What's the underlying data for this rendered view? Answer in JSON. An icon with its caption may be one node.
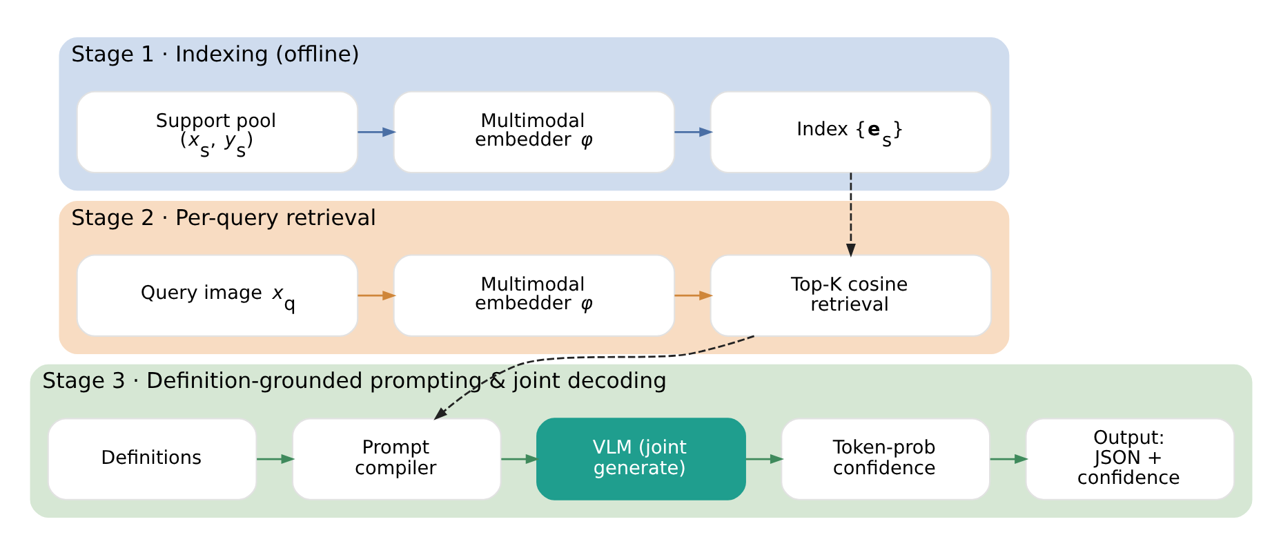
{
  "diagram": {
    "nodes": [
      {
        "text": [
          "Stage 1 · Indexing (offline)"
        ]
      },
      {
        "text": [
          "Support pool (*x*$_{s}$, *y*$_{s}$)"
        ],
        "in": 0
      },
      {
        "text": [
          "Multimodal embedder *φ*"
        ],
        "in": 0
      },
      {
        "text": [
          "Index {**e**$_{s}$}"
        ],
        "in": 0
      },
      {
        "text": [
          "Stage 2 · Per-query retrieval"
        ]
      },
      {
        "text": [
          "Query image *x*$_{q}$"
        ],
        "in": 4
      },
      {
        "text": [
          "Multimodal embedder *φ*"
        ],
        "in": 4
      },
      {
        "text": [
          "Top-K cosine retrieval"
        ],
        "in": 4
      },
      {
        "text": [
          "Stage 3 · Definition-grounded prompting & joint decoding"
        ]
      },
      {
        "text": [
          "Definitions"
        ],
        "in": 8
      },
      {
        "text": [
          "Prompt compiler"
        ],
        "in": 8
      },
      {
        "text": [
          "VLM (joint generate)"
        ],
        "in": 8
      },
      {
        "text": [
          "Token-prob confidence"
        ],
        "in": 8
      },
      {
        "text": [
          "Output: JSON + confidence"
        ],
        "in": 8
      }
    ],
    "edges": [
      {
        "from": 1,
        "to": 2,
        "arrow": "to",
        "color": "#4a6fa5"
      },
      {
        "from": 2,
        "to": 3,
        "arrow": "to",
        "color": "#4a6fa5"
      },
      {
        "from": 3,
        "to": 7,
        "arrow": "to",
        "style": "dashed",
        "color": "#222222"
      },
      {
        "from": 5,
        "to": 6,
        "arrow": "to",
        "color": "#cf863a"
      },
      {
        "from": 6,
        "to": 7,
        "arrow": "to",
        "color": "#cf863a"
      },
      {
        "from": 7,
        "to": 10,
        "arrow": "to",
        "style": "dashed",
        "color": "#222222"
      },
      {
        "from": 9,
        "to": 10,
        "arrow": "to"
      },
      {
        "from": 10,
        "to": 11,
        "arrow": "to"
      },
      {
        "from": 11,
        "to": 12,
        "arrow": "to"
      },
      {
        "from": 12,
        "to": 13,
        "arrow": "to"
      }
    ]
  }
}
